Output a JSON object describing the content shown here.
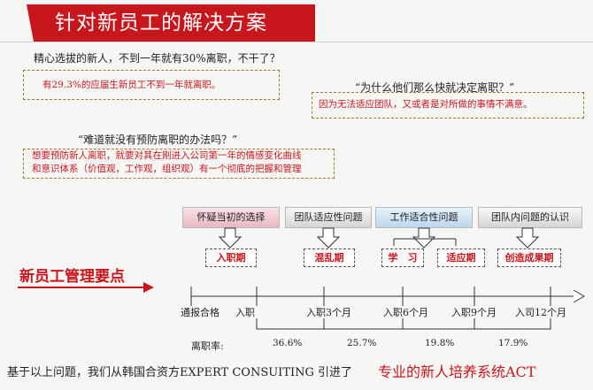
{
  "header": {
    "title": "针对新员工的解决方案"
  },
  "questions": [
    {
      "question": "精心选拔的新人，不到一年就有30%离职，不干了？",
      "answer": "有29.3%的应届生新员工不到一年就离职。"
    },
    {
      "question": "“为什么他们那么快就决定离职？”",
      "answer": "因为无法适应团队，又或者是对所做的事情不满意。"
    },
    {
      "question": "“难道就没有预防离职的办法吗？”",
      "answer_line1": "想要预防新人离职，就要对其在刚进入公司第一年的情感变化曲线",
      "answer_line2": "和意识体系（价值观，工作观，组织观）有一个彻底的把握和管理"
    }
  ],
  "phases": [
    {
      "label": "怀疑当初的选择"
    },
    {
      "label": "团队适应性问题"
    },
    {
      "label": "工作适合性问题"
    },
    {
      "label": "团队内问题的认识"
    }
  ],
  "stages": [
    "入职期",
    "混乱期",
    "学　习",
    "适应期",
    "创造成果期"
  ],
  "section_title": "新员工管理要点",
  "timeline": {
    "labels": [
      "通报合格",
      "入职",
      "入职3个月",
      "入职6个月",
      "入职9个月",
      "入司12个月"
    ],
    "rate_label": "离职率:",
    "rates": [
      "36.6%",
      "25.7%",
      "19.8%",
      "17.9%"
    ]
  },
  "footer": {
    "text": "基于以上问题，我们从韩国合资方EXPERT CONSUITING 引进了",
    "highlight": "专业的新人培养系统ACT"
  }
}
